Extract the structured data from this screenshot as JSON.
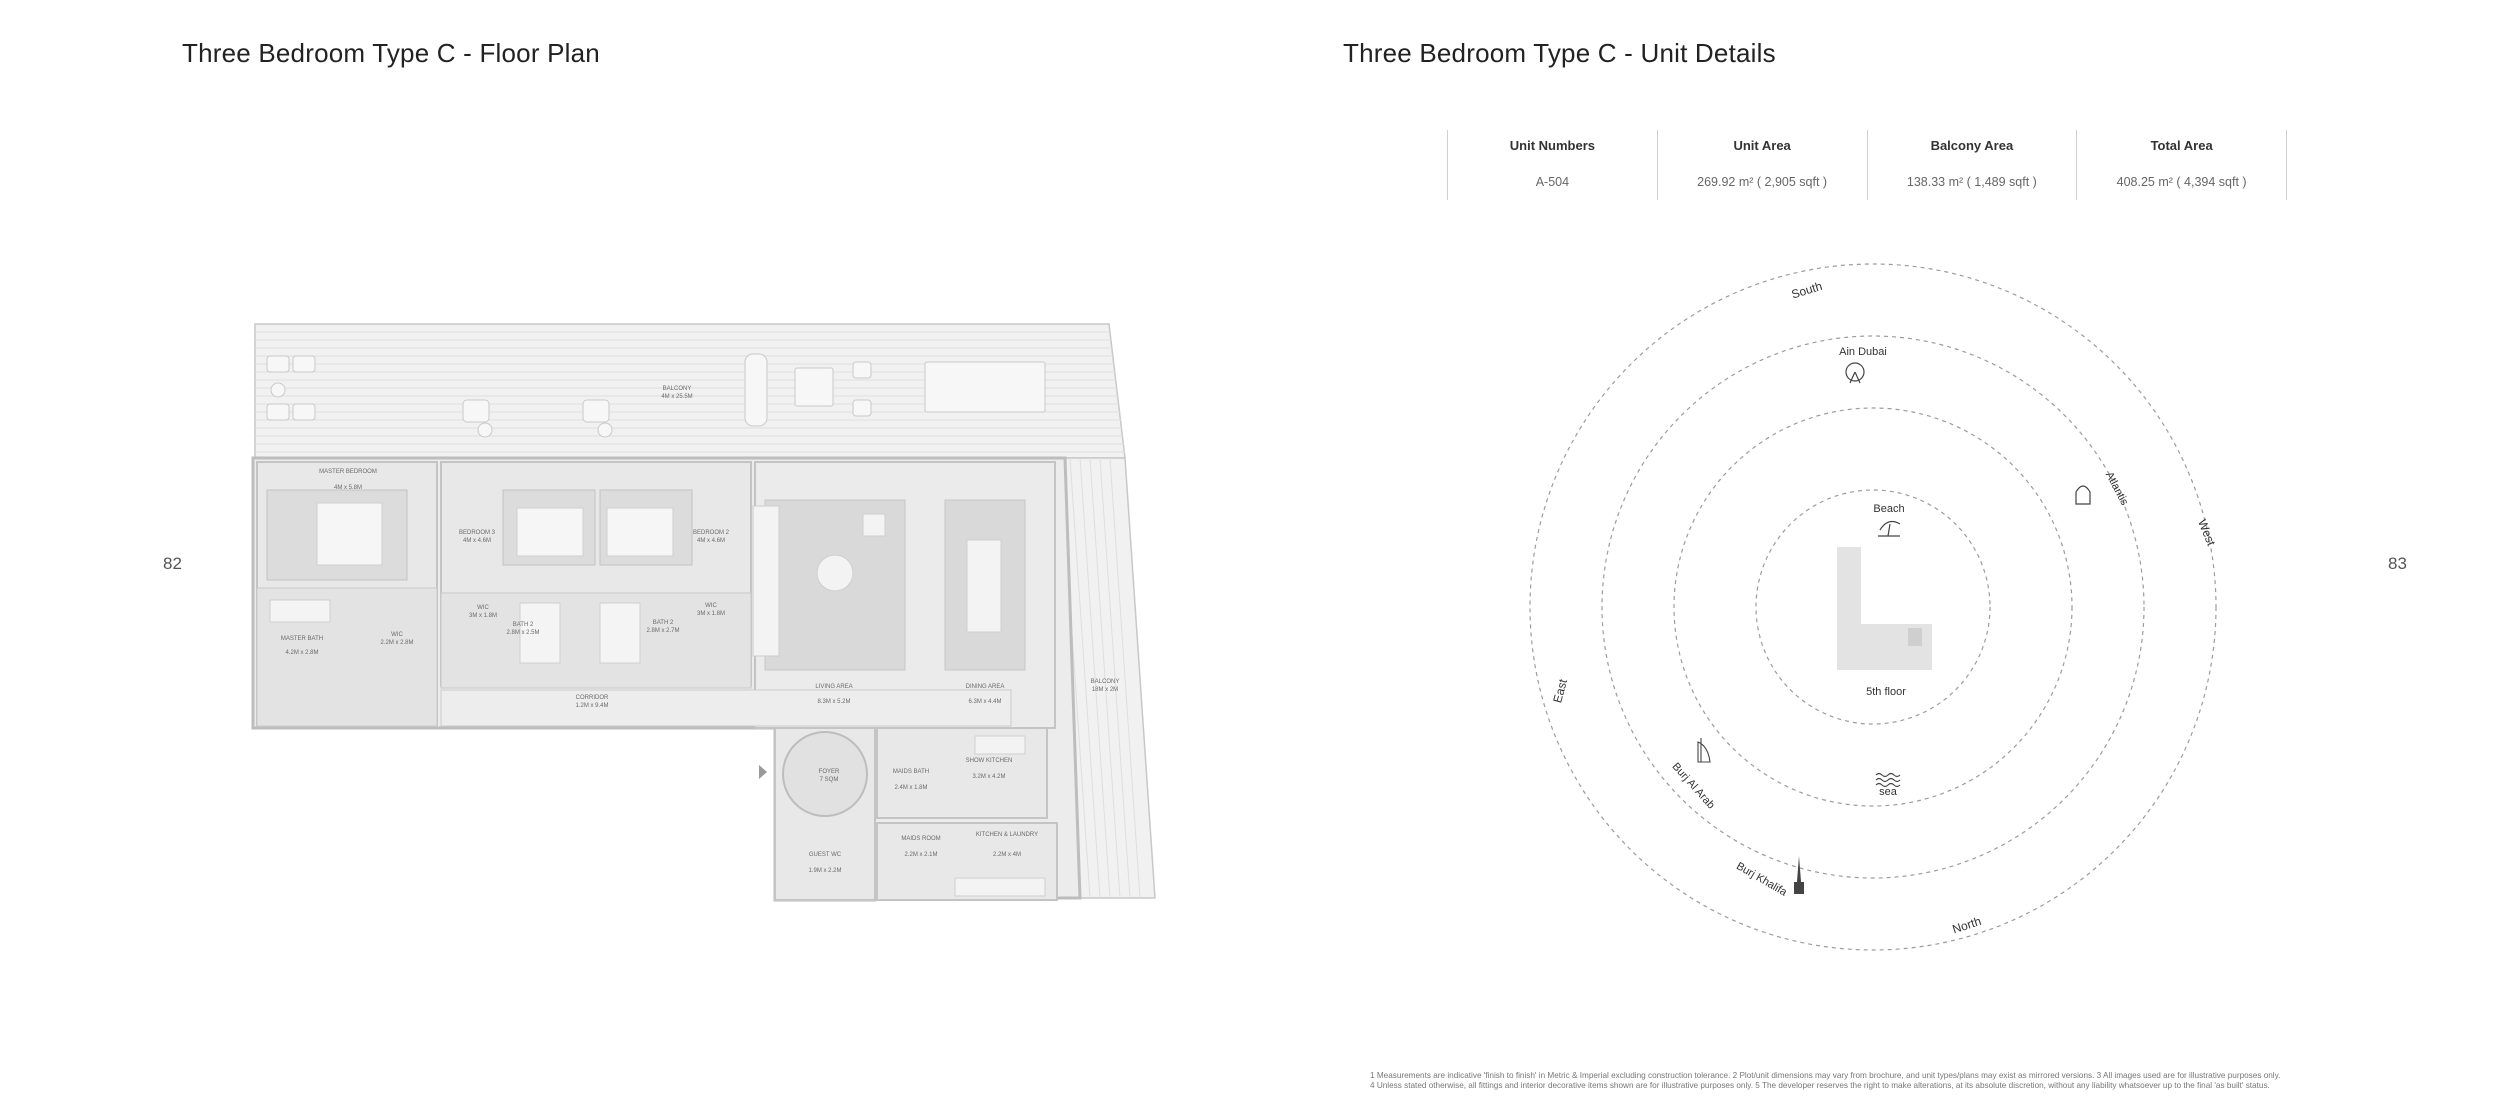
{
  "left_page": {
    "title": "Three Bedroom Type C - Floor Plan",
    "page_number": "82",
    "rooms": {
      "balcony_top": {
        "name": "BALCONY",
        "dim": "4M x 25.5M"
      },
      "master_bedroom": {
        "name": "MASTER BEDROOM",
        "dim": "4M x 5.8M"
      },
      "bedroom3": {
        "name": "BEDROOM 3",
        "dim": "4M x 4.6M"
      },
      "bedroom2": {
        "name": "BEDROOM 2",
        "dim": "4M x 4.6M"
      },
      "wic_mid": {
        "name": "WIC",
        "dim": "3M x 1.8M"
      },
      "wic_right": {
        "name": "WIC",
        "dim": "3M x 1.8M"
      },
      "bath2_a": {
        "name": "BATH 2",
        "dim": "2.8M x 2.5M"
      },
      "bath2_b": {
        "name": "BATH 2",
        "dim": "2.8M x 2.7M"
      },
      "master_bath": {
        "name": "MASTER BATH",
        "dim": "4.2M x 2.8M"
      },
      "wic_master": {
        "name": "WIC",
        "dim": "2.2M x 2.8M"
      },
      "corridor": {
        "name": "CORRIDOR",
        "dim": "1.2M x 9.4M"
      },
      "living": {
        "name": "LIVING AREA",
        "dim": "8.3M x 5.2M"
      },
      "dining": {
        "name": "DINING AREA",
        "dim": "6.3M x 4.4M"
      },
      "balcony_right": {
        "name": "BALCONY",
        "dim": "18M x 2M"
      },
      "foyer": {
        "name": "FOYER",
        "dim": "7 SQM"
      },
      "maids_bath": {
        "name": "MAIDS BATH",
        "dim": "2.4M x 1.8M"
      },
      "show_kitchen": {
        "name": "SHOW KITCHEN",
        "dim": "3.2M x 4.2M"
      },
      "guest_wc": {
        "name": "GUEST WC",
        "dim": "1.9M x 2.2M"
      },
      "maids_room": {
        "name": "MAIDS ROOM",
        "dim": "2.2M x 2.1M"
      },
      "kitchen_laundry": {
        "name": "KITCHEN & LAUNDRY",
        "dim": "2.2M x 4M"
      }
    }
  },
  "right_page": {
    "title": "Three Bedroom Type C - Unit Details",
    "page_number": "83",
    "table": {
      "headers": [
        "Unit Numbers",
        "Unit Area",
        "Balcony Area",
        "Total Area"
      ],
      "values": [
        "A-504",
        "269.92 m² ( 2,905 sqft )",
        "138.33 m² ( 1,489 sqft )",
        "408.25 m² ( 4,394 sqft )"
      ]
    },
    "compass": {
      "south": "South",
      "west": "West",
      "east": "East",
      "north": "North",
      "ain_dubai": "Ain Dubai",
      "atlantis": "Atlantis",
      "beach": "Beach",
      "floor": "5th floor",
      "sea": "sea",
      "burj_al_arab": "Burj Al Arab",
      "burj_khalifa": "Burj Khalifa"
    },
    "footnote_line1": "1 Measurements are indicative 'finish to finish' in Metric & Imperial excluding construction tolerance. 2 Plot/unit dimensions may vary from brochure, and unit types/plans may exist as mirrored versions. 3 All images used are for illustrative purposes only.",
    "footnote_line2": "4 Unless stated otherwise, all fittings and interior decorative items shown are for illustrative purposes only. 5 The developer reserves the right to make alterations, at its absolute discretion, without any liability whatsoever up to the final 'as built' status."
  }
}
